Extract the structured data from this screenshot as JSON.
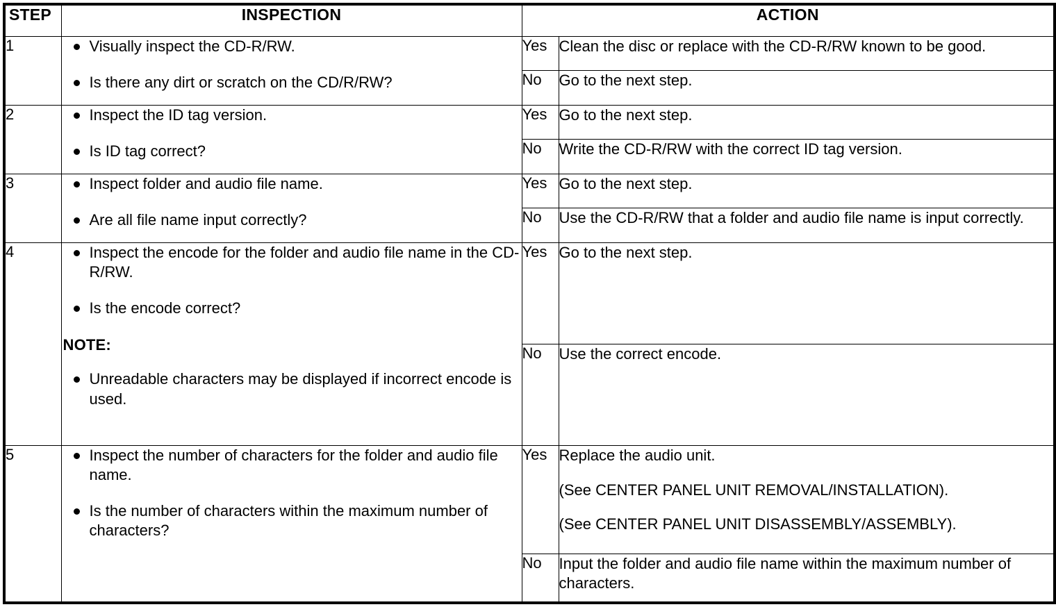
{
  "table": {
    "headers": {
      "step": "STEP",
      "inspection": "INSPECTION",
      "action": "ACTION"
    },
    "answers": {
      "yes": "Yes",
      "no": "No"
    },
    "note_label": "NOTE:",
    "rows": [
      {
        "step": "1",
        "inspection": [
          "Visually inspect the CD-R/RW.",
          "Is there any dirt or scratch on the CD/R/RW?"
        ],
        "yes_label": "Yes",
        "yes_action": [
          "Clean the disc or replace with the CD-R/RW known to be good."
        ],
        "no_label": "No",
        "no_action": [
          "Go to the next step."
        ]
      },
      {
        "step": "2",
        "inspection": [
          "Inspect the ID tag version.",
          "Is ID tag correct?"
        ],
        "yes_label": "Yes",
        "yes_action": [
          "Go to the next step."
        ],
        "no_label": "No",
        "no_action": [
          "Write the CD-R/RW with the correct ID tag version."
        ]
      },
      {
        "step": "3",
        "inspection": [
          "Inspect folder and audio file name.",
          "Are all file name input correctly?"
        ],
        "yes_label": "Yes",
        "yes_action": [
          "Go to the next step."
        ],
        "no_label": "No",
        "no_action": [
          "Use the CD-R/RW that a folder and audio file name is input correctly."
        ]
      },
      {
        "step": "4",
        "inspection": [
          "Inspect the encode for the folder and audio file name in the CD-R/RW.",
          "Is the encode correct?"
        ],
        "note_label": "NOTE:",
        "note_items": [
          "Unreadable characters may be displayed if incorrect encode is used."
        ],
        "yes_label": "Yes",
        "yes_action": [
          "Go to the next step."
        ],
        "no_label": "No",
        "no_action": [
          "Use the correct encode."
        ]
      },
      {
        "step": "5",
        "inspection": [
          "Inspect the number of characters for the folder and audio file name.",
          "Is the number of characters within the maximum number of characters?"
        ],
        "yes_label": "Yes",
        "yes_action": [
          "Replace the audio unit.",
          "(See CENTER PANEL UNIT REMOVAL/INSTALLATION).",
          "(See CENTER PANEL UNIT DISASSEMBLY/ASSEMBLY)."
        ],
        "no_label": "No",
        "no_action": [
          "Input the folder and audio file name within the maximum number of characters."
        ]
      }
    ]
  }
}
